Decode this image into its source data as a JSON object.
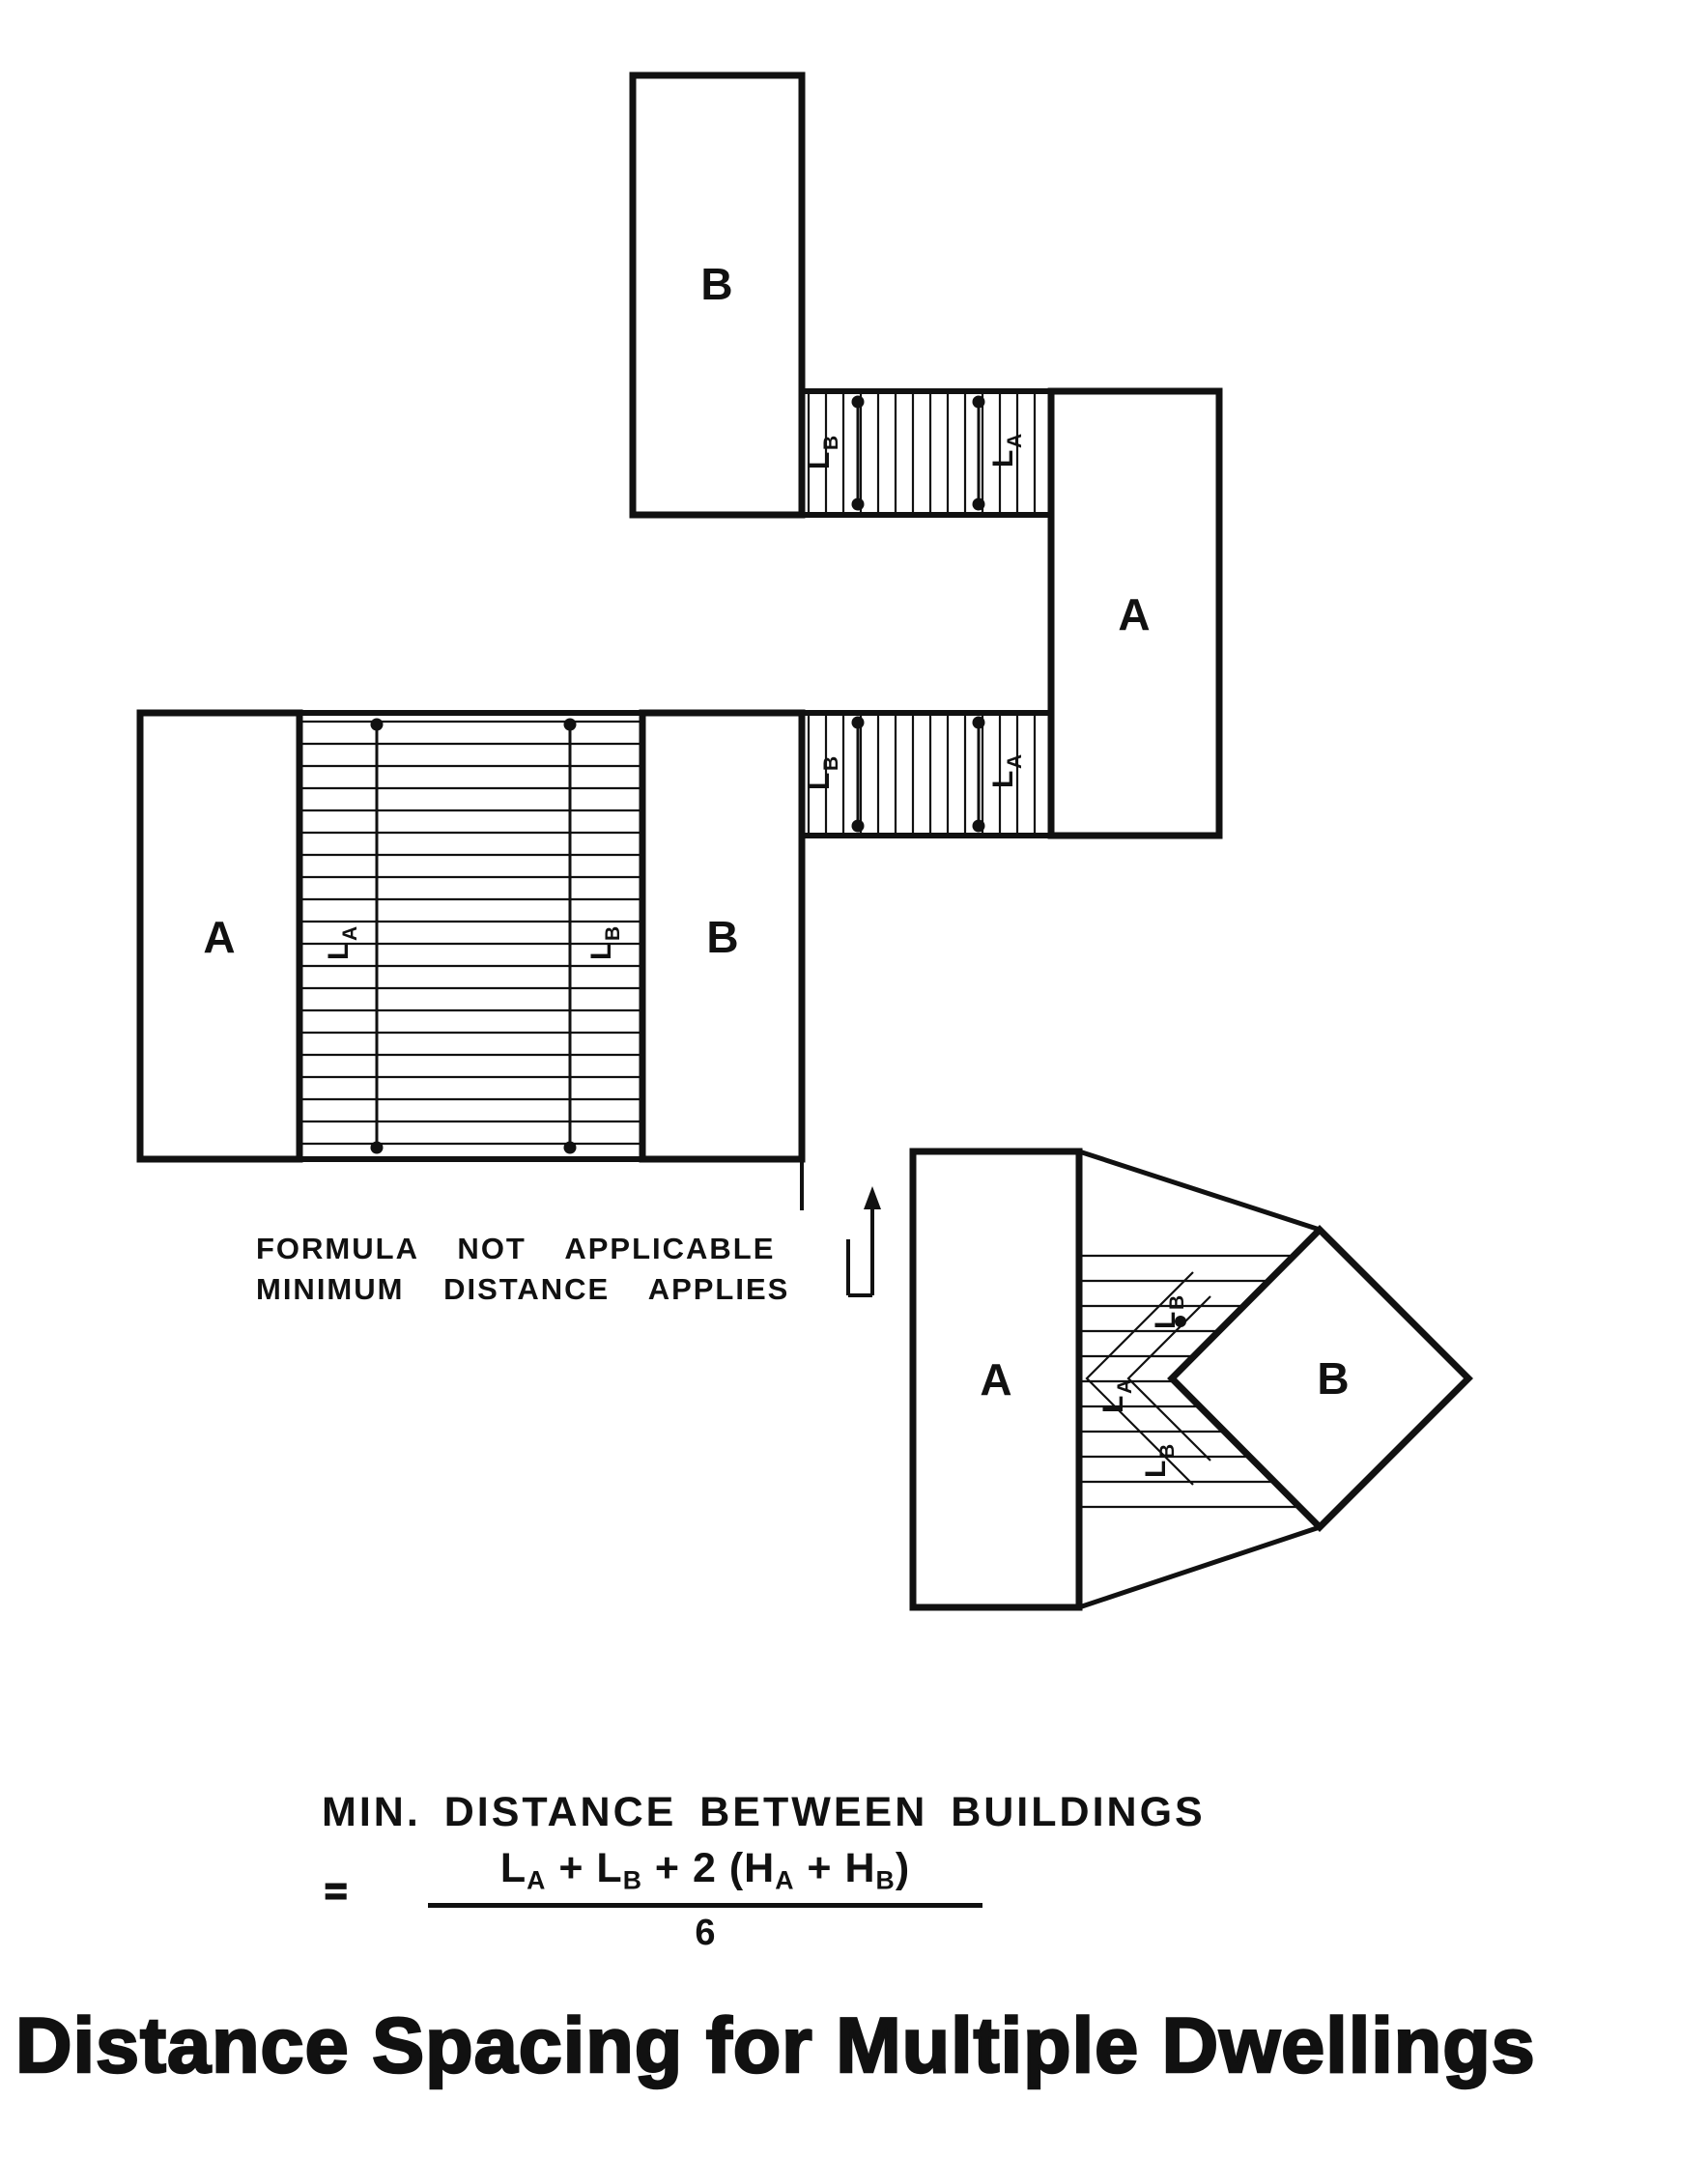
{
  "page": {
    "title": "Distance Spacing for Multiple Dwellings"
  },
  "colors": {
    "ink": "#111111",
    "paper": "#ffffff"
  },
  "buildings": {
    "top_b": "B",
    "top_right_a": "A",
    "mid_a": "A",
    "mid_b": "B",
    "bottom_a": "A",
    "bottom_b": "B"
  },
  "measure": {
    "l": "L",
    "sub_a": "A",
    "sub_b": "B"
  },
  "note": {
    "line1": "FORMULA NOT APPLICABLE",
    "line2": "MINIMUM DISTANCE APPLIES"
  },
  "formula": {
    "heading": "MIN. DISTANCE BETWEEN BUILDINGS",
    "equals": "=",
    "parts": [
      {
        "b": "L",
        "s": "A"
      },
      {
        "t": " + "
      },
      {
        "b": "L",
        "s": "B"
      },
      {
        "t": " + 2 ("
      },
      {
        "b": "H",
        "s": "A"
      },
      {
        "t": " + "
      },
      {
        "b": "H",
        "s": "B"
      },
      {
        "t": ")"
      }
    ],
    "denominator": "6"
  }
}
